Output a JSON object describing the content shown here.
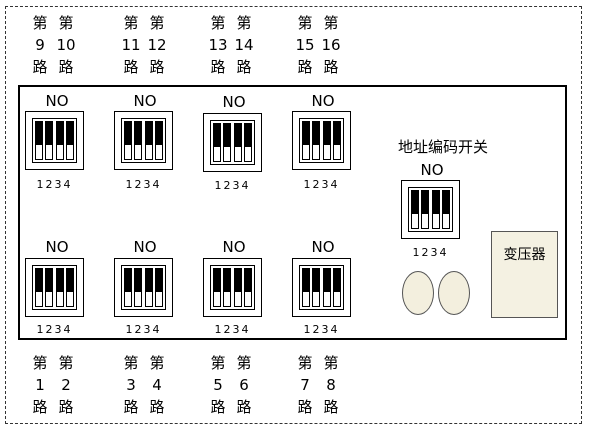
{
  "top_channels": [
    {
      "a": "第",
      "b": "第",
      "n1": "9",
      "n2": "10",
      "r1": "路",
      "r2": "路"
    },
    {
      "a": "第",
      "b": "第",
      "n1": "11",
      "n2": "12",
      "r1": "路",
      "r2": "路"
    },
    {
      "a": "第",
      "b": "第",
      "n1": "13",
      "n2": "14",
      "r1": "路",
      "r2": "路"
    },
    {
      "a": "第",
      "b": "第",
      "n1": "15",
      "n2": "16",
      "r1": "路",
      "r2": "路"
    }
  ],
  "bottom_channels": [
    {
      "a": "第",
      "b": "第",
      "n1": "1",
      "n2": "2",
      "r1": "路",
      "r2": "路"
    },
    {
      "a": "第",
      "b": "第",
      "n1": "3",
      "n2": "4",
      "r1": "路",
      "r2": "路"
    },
    {
      "a": "第",
      "b": "第",
      "n1": "5",
      "n2": "6",
      "r1": "路",
      "r2": "路"
    },
    {
      "a": "第",
      "b": "第",
      "n1": "7",
      "n2": "8",
      "r1": "路",
      "r2": "路"
    }
  ],
  "dip": {
    "no_label": "NO",
    "numbers": "1234"
  },
  "address_switch": {
    "title": "地址编码开关",
    "no_label": "NO",
    "numbers": "1234"
  },
  "transformer_label": "变压器"
}
